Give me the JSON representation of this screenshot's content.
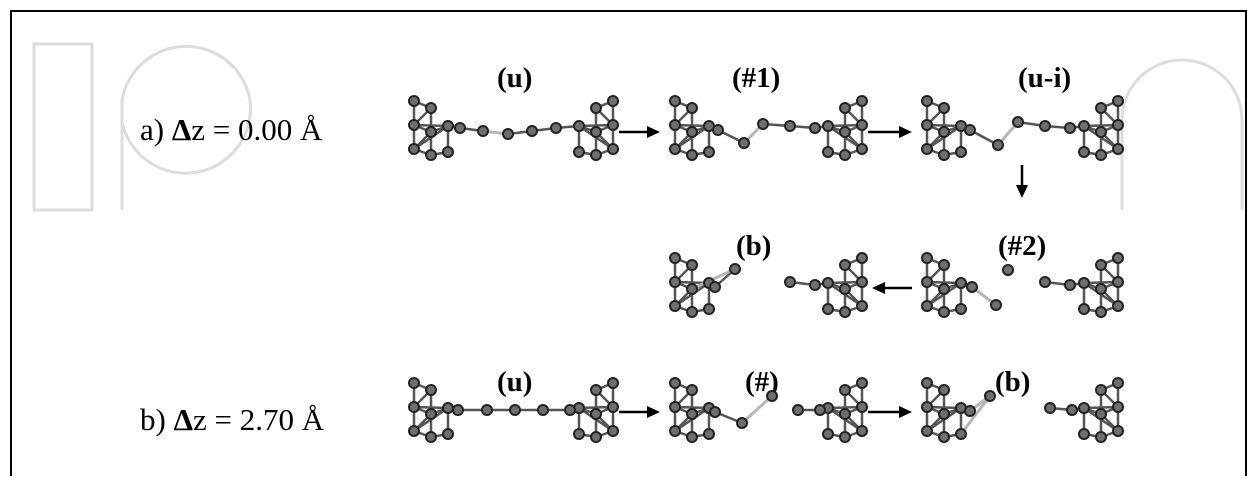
{
  "row_a": {
    "prefix": "a) ",
    "delta": "Δ",
    "equation": "z = 0.00 Å",
    "states": [
      "(u)",
      "(#1)",
      "(u-i)",
      "(#2)",
      "(b)"
    ]
  },
  "row_b": {
    "prefix": "b) ",
    "delta": "Δ",
    "equation": "z = 2.70 Å",
    "states": [
      "(u)",
      "(#)",
      "(b)"
    ]
  },
  "colors": {
    "atom_fill": "#6f6f6f",
    "atom_stroke": "#222222",
    "bond": "#555555",
    "weak_bond": "#b5b5b5",
    "watermark": "#dcdcdc"
  }
}
